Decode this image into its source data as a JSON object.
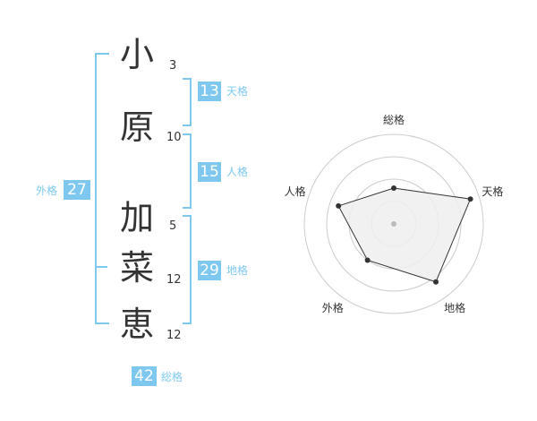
{
  "name": {
    "characters": [
      {
        "char": "小",
        "strokes": "3"
      },
      {
        "char": "原",
        "strokes": "10"
      },
      {
        "char": "加",
        "strokes": "5"
      },
      {
        "char": "菜",
        "strokes": "12"
      },
      {
        "char": "恵",
        "strokes": "12"
      }
    ]
  },
  "kaku": {
    "tenkaku": {
      "label": "天格",
      "value": "13"
    },
    "jinkaku": {
      "label": "人格",
      "value": "15"
    },
    "chikaku": {
      "label": "地格",
      "value": "29"
    },
    "gaikaku": {
      "label": "外格",
      "value": "27"
    },
    "soukaku": {
      "label": "総格",
      "value": "42"
    }
  },
  "colors": {
    "accent": "#7ec8ef",
    "text": "#333333",
    "ring": "#cccccc",
    "polygon_fill": "#efefef"
  },
  "chart_data": {
    "type": "radar",
    "axes": [
      "総格",
      "天格",
      "地格",
      "外格",
      "人格"
    ],
    "values": [
      0.4,
      0.9,
      0.8,
      0.5,
      0.65
    ],
    "max": 1,
    "rings": 4,
    "grid": true
  }
}
